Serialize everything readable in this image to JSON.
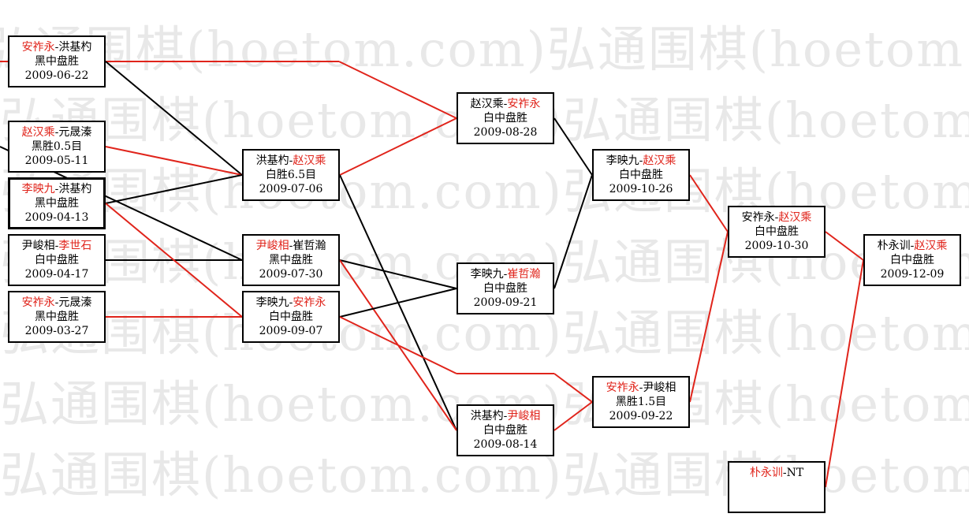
{
  "watermark": "弘通围棋(hoetom.com)",
  "colors": {
    "win": "#e0241b",
    "line": "#000000"
  },
  "nodes": [
    {
      "id": "r1m1",
      "p1": "安祚永",
      "p2": "洪基杓",
      "winner": 1,
      "result": "黑中盘胜",
      "date": "2009-06-22"
    },
    {
      "id": "r1m2",
      "p1": "赵汉乘",
      "p2": "元晟溱",
      "winner": 1,
      "result": "黑胜0.5目",
      "date": "2009-05-11"
    },
    {
      "id": "r1m3",
      "p1": "李映九",
      "p2": "洪基杓",
      "winner": 1,
      "result": "黑中盘胜",
      "date": "2009-04-13"
    },
    {
      "id": "r1m4",
      "p1": "尹峻相",
      "p2": "李世石",
      "winner": 2,
      "result": "白中盘胜",
      "date": "2009-04-17"
    },
    {
      "id": "r1m5",
      "p1": "安祚永",
      "p2": "元晟溱",
      "winner": 1,
      "result": "黑中盘胜",
      "date": "2009-03-27"
    },
    {
      "id": "r2m1",
      "p1": "洪基杓",
      "p2": "赵汉乘",
      "winner": 2,
      "result": "白胜6.5目",
      "date": "2009-07-06"
    },
    {
      "id": "r2m2",
      "p1": "尹峻相",
      "p2": "崔哲瀚",
      "winner": 1,
      "result": "黑中盘胜",
      "date": "2009-07-30"
    },
    {
      "id": "r2m3",
      "p1": "李映九",
      "p2": "安祚永",
      "winner": 2,
      "result": "白中盘胜",
      "date": "2009-09-07"
    },
    {
      "id": "r3m1",
      "p1": "赵汉乘",
      "p2": "安祚永",
      "winner": 2,
      "result": "白中盘胜",
      "date": "2009-08-28"
    },
    {
      "id": "r3m2",
      "p1": "李映九",
      "p2": "崔哲瀚",
      "winner": 2,
      "result": "白中盘胜",
      "date": "2009-09-21"
    },
    {
      "id": "r3m3",
      "p1": "洪基杓",
      "p2": "尹峻相",
      "winner": 2,
      "result": "白中盘胜",
      "date": "2009-08-14"
    },
    {
      "id": "r4m1",
      "p1": "李映九",
      "p2": "赵汉乘",
      "winner": 2,
      "result": "白中盘胜",
      "date": "2009-10-26"
    },
    {
      "id": "r4m2",
      "p1": "安祚永",
      "p2": "尹峻相",
      "winner": 1,
      "result": "黑胜1.5目",
      "date": "2009-09-22"
    },
    {
      "id": "r5m1",
      "p1": "安祚永",
      "p2": "赵汉乘",
      "winner": 2,
      "result": "白中盘胜",
      "date": "2009-10-30"
    },
    {
      "id": "r5m2",
      "p1": "朴永训",
      "p2": "NT",
      "winner": 1,
      "result": "",
      "date": ""
    },
    {
      "id": "r6m1",
      "p1": "朴永训",
      "p2": "赵汉乘",
      "winner": 2,
      "result": "白中盘胜",
      "date": "2009-12-09"
    }
  ]
}
